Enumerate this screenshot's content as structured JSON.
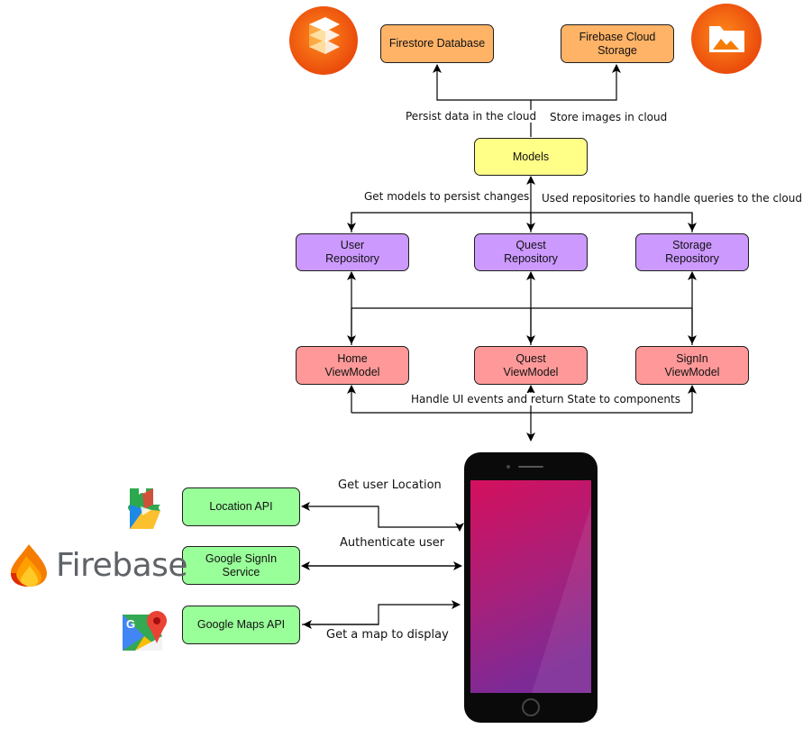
{
  "boxes": {
    "firestore_db": "Firestore Database",
    "cloud_storage": "Firebase Cloud\nStorage",
    "models": "Models",
    "user_repo": "User\nRepository",
    "quest_repo": "Quest\nRepository",
    "storage_repo": "Storage\nRepository",
    "home_vm": "Home\nViewModel",
    "quest_vm": "Quest\nViewModel",
    "signin_vm": "SignIn\nViewModel",
    "location_api": "Location API",
    "signin_service": "Google SignIn\nService",
    "maps_api": "Google Maps API"
  },
  "labels": {
    "persist_cloud": "Persist data in the cloud",
    "store_images": "Store images in cloud",
    "get_models": "Get models to persist changes",
    "used_repos": "Used repositories to handle queries to the cloud",
    "handle_ui": "Handle UI events and return State to components",
    "get_location": "Get user Location",
    "authenticate": "Authenticate user",
    "get_map": "Get a map to display"
  },
  "logos": {
    "firestore": "firestore-icon",
    "storage": "cloud-storage-icon",
    "play_services": "google-play-services-icon",
    "firebase": "firebase-logo",
    "firebase_word": "Firebase",
    "maps": "google-maps-icon",
    "phone": "smartphone"
  },
  "colors": {
    "database_boxes": "#ffb366",
    "models_box": "#ffff88",
    "repository_boxes": "#cc99ff",
    "viewmodel_boxes": "#ff9999",
    "service_boxes": "#99ff99",
    "firebase_orange": "#f57c00"
  }
}
